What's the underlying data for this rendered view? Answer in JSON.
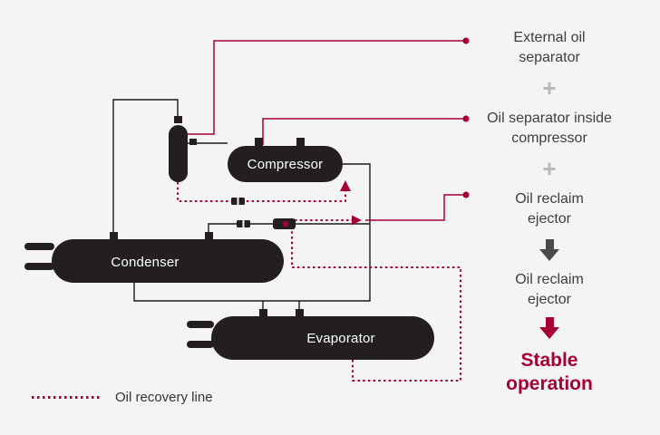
{
  "colors": {
    "background": "#f4f4f4",
    "vessel": "#231f20",
    "pipe": "#1b1b1b",
    "accent_crimson": "#a50034",
    "annotation_text": "#3e3e3e",
    "plus_gray": "#b9b9b9",
    "arrow_gray": "#4a4a4a",
    "vessel_label": "#ffffff"
  },
  "vessels": {
    "compressor": {
      "label": "Compressor"
    },
    "condenser": {
      "label": "Condenser"
    },
    "evaporator": {
      "label": "Evaporator"
    }
  },
  "annotations": {
    "steps": [
      {
        "type": "label",
        "text": "External oil\nseparator"
      },
      {
        "type": "plus",
        "text": "+"
      },
      {
        "type": "label",
        "text": "Oil separator inside\ncompressor"
      },
      {
        "type": "plus",
        "text": "+"
      },
      {
        "type": "label",
        "text": "Oil reclaim\nejector"
      },
      {
        "type": "arrow",
        "icon": "down-arrow",
        "color": "gray"
      },
      {
        "type": "label",
        "text": "Oil reclaim\nejector"
      },
      {
        "type": "arrow",
        "icon": "down-arrow",
        "color": "crimson"
      },
      {
        "type": "result",
        "text": "Stable\noperation"
      }
    ]
  },
  "legend": {
    "label": "Oil recovery line"
  }
}
